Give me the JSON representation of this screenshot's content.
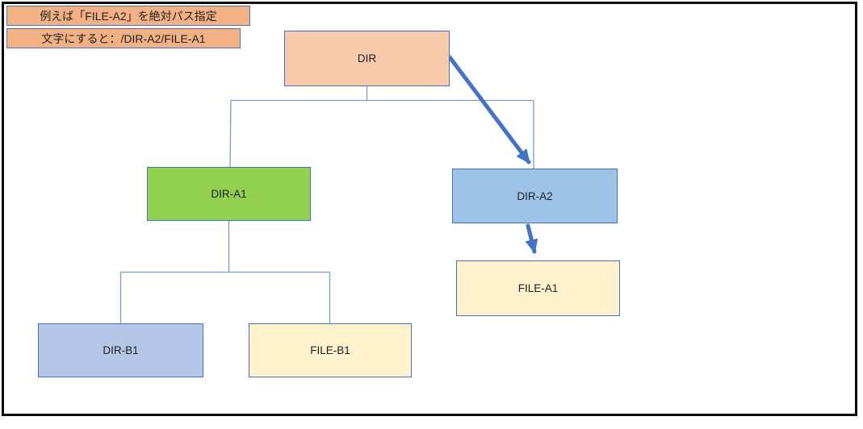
{
  "diagram": {
    "callouts": [
      {
        "id": "example",
        "text": "例えば「FILE-A2」を絶対パス指定"
      },
      {
        "id": "as-text",
        "text": "文字にすると：/DIR-A2/FILE-A1"
      }
    ],
    "nodes": [
      {
        "id": "DIR",
        "label": "DIR",
        "fill": "#F8CBAD"
      },
      {
        "id": "DIR-A1",
        "label": "DIR-A1",
        "fill": "#92D050"
      },
      {
        "id": "DIR-A2",
        "label": "DIR-A2",
        "fill": "#9DC3E6"
      },
      {
        "id": "FILE-A1",
        "label": "FILE-A1",
        "fill": "#FFF2CC"
      },
      {
        "id": "DIR-B1",
        "label": "DIR-B1",
        "fill": "#B4C7E7"
      },
      {
        "id": "FILE-B1",
        "label": "FILE-B1",
        "fill": "#FFF2CC"
      }
    ],
    "tree_edges": [
      {
        "from": "DIR",
        "to": "DIR-A1"
      },
      {
        "from": "DIR",
        "to": "DIR-A2"
      },
      {
        "from": "DIR-A1",
        "to": "DIR-B1"
      },
      {
        "from": "DIR-A1",
        "to": "FILE-B1"
      }
    ],
    "highlight_arrows": [
      {
        "from": "DIR",
        "to": "DIR-A2"
      },
      {
        "from": "DIR-A2",
        "to": "FILE-A1"
      }
    ],
    "colors": {
      "callout_fill": "#F4B183",
      "node_border": "#4472C4",
      "connector": "#7D9AD6",
      "arrow": "#4472C4",
      "frame": "#0D0D0D",
      "text": "#1F1F1F"
    }
  }
}
